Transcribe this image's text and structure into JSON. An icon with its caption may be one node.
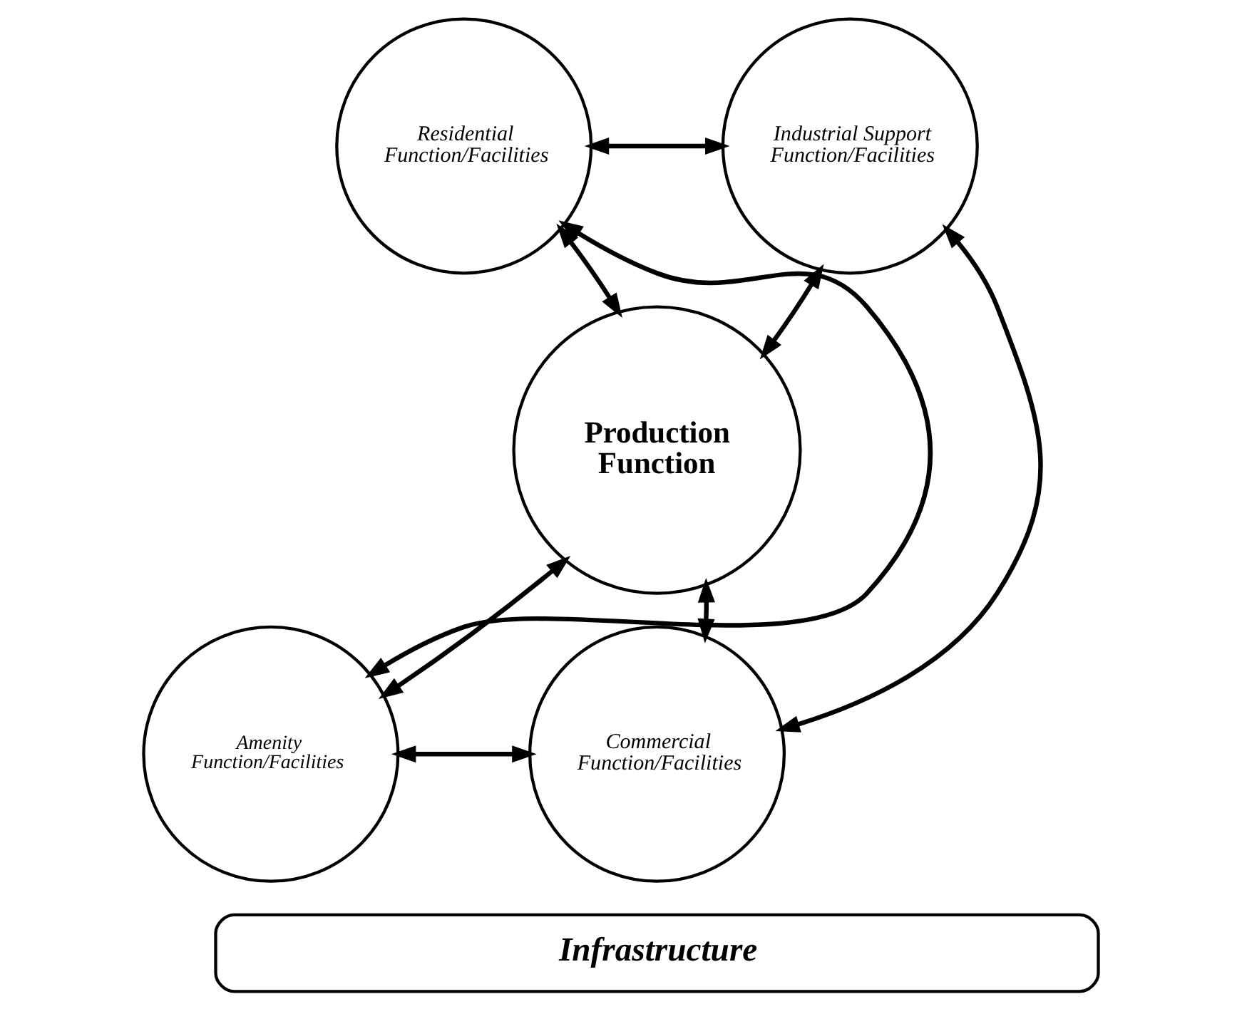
{
  "diagram": {
    "nodes": [
      {
        "text": [
          "Residential Function/Facilities"
        ]
      },
      {
        "text": [
          "Industrial Support Function/Facilities"
        ]
      },
      {
        "text": [
          "Production Function"
        ]
      },
      {
        "text": [
          "Amenity Function/Facilities"
        ]
      },
      {
        "text": [
          "Commercial Function/Facilities"
        ]
      },
      {
        "text": [
          "Infrastructure"
        ]
      }
    ],
    "edges": [
      {
        "from": 0,
        "to": 1,
        "arrow": "both"
      },
      {
        "from": 0,
        "to": 2,
        "arrow": "both"
      },
      {
        "from": 0,
        "to": 3,
        "arrow": "both"
      },
      {
        "from": 1,
        "to": 2,
        "arrow": "both"
      },
      {
        "from": 1,
        "to": 4,
        "arrow": "both"
      },
      {
        "from": 3,
        "to": 2,
        "arrow": "both"
      },
      {
        "from": 4,
        "to": 2,
        "arrow": "both"
      },
      {
        "from": 3,
        "to": 4,
        "arrow": "both"
      }
    ]
  }
}
